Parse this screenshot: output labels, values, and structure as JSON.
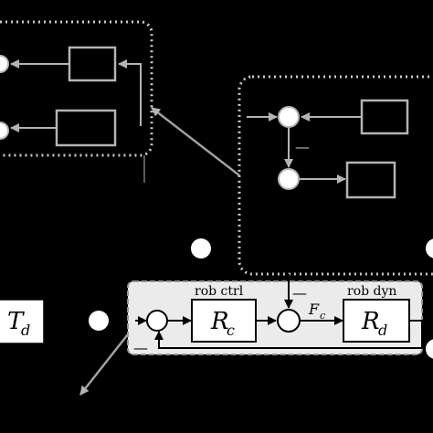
{
  "diagram": {
    "inner_loop": {
      "rob_ctrl_label": "rob ctrl",
      "rob_ctrl_symbol": "R",
      "rob_ctrl_sub": "c",
      "rob_dyn_label": "rob dyn",
      "rob_dyn_symbol": "R",
      "rob_dyn_sub": "d",
      "force_symbol": "F",
      "force_sub": "c",
      "minus_sign_top": "—",
      "minus_sign_feedback": "—"
    },
    "input_block": {
      "symbol": "T",
      "sub": "d"
    },
    "right_inset": {
      "minus_sign": "—"
    },
    "colors": {
      "background": "#000000",
      "inner_loop_fill": "#ebebeb",
      "block_fill": "#ffffff",
      "inset_border": "#c8c8c8",
      "connector": "#a0a0a0"
    }
  }
}
